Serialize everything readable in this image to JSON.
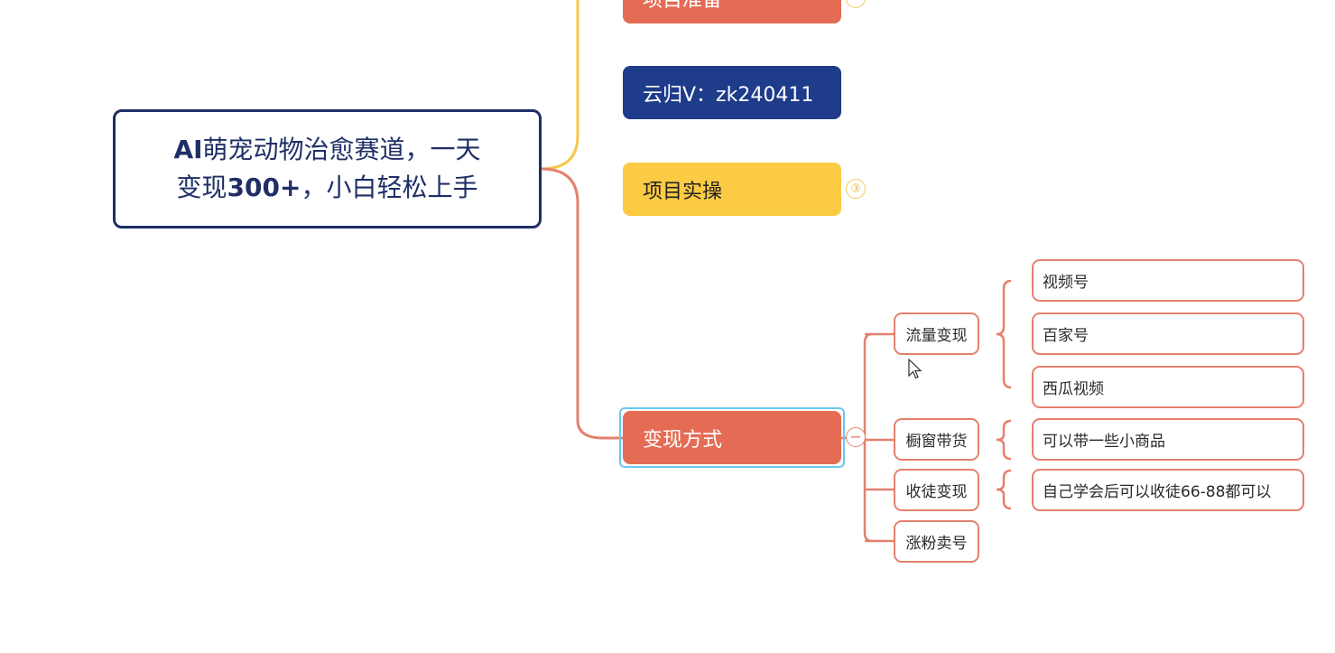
{
  "root": {
    "line1_bold": "AI",
    "line1": "萌宠动物治愈赛道，一天",
    "line2_pre": "变现",
    "line2_bold": "300+",
    "line2_post": "，小白轻松上手"
  },
  "branches": {
    "prep": {
      "label": "项目准备"
    },
    "contact": {
      "label": "云归V：zk240411"
    },
    "practice": {
      "label": "项目实操",
      "badge": "③"
    },
    "monetize": {
      "label": "变现方式",
      "collapse_symbol": "−"
    }
  },
  "monetize_methods": [
    {
      "label": "流量变现",
      "children": [
        "视频号",
        "百家号",
        "西瓜视频"
      ]
    },
    {
      "label": "橱窗带货",
      "children": [
        "可以带一些小商品"
      ]
    },
    {
      "label": "收徒变现",
      "children": [
        "自己学会后可以收徒66-88都可以"
      ]
    },
    {
      "label": "涨粉卖号",
      "children": []
    }
  ],
  "colors": {
    "root_border": "#1f2f66",
    "red": "#e46c55",
    "navy": "#1f3c8b",
    "yellow": "#fbcb43",
    "leaf_border": "#e4806e",
    "selection": "#6cc8ef"
  }
}
